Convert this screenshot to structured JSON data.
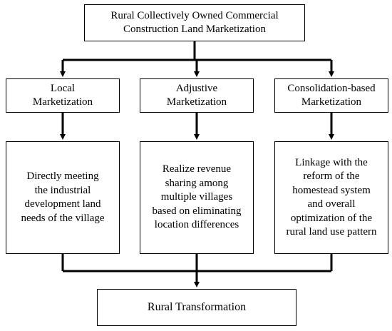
{
  "top": {
    "line1": "Rural Collectively Owned Commercial",
    "line2": "Construction Land Marketization"
  },
  "categories": [
    {
      "line1": "Local",
      "line2": "Marketization"
    },
    {
      "line1": "Adjustive",
      "line2": "Marketization"
    },
    {
      "line1": "Consolidation-based",
      "line2": "Marketization"
    }
  ],
  "details": [
    {
      "lines": [
        "Directly meeting",
        "the industrial",
        "development land",
        "needs of the village"
      ]
    },
    {
      "lines": [
        "Realize revenue",
        "sharing among",
        "multiple villages",
        "based on eliminating",
        "location differences"
      ]
    },
    {
      "lines": [
        "Linkage with the",
        "reform of the",
        "homestead system",
        "and overall",
        "optimization of the",
        "rural land use pattern"
      ]
    }
  ],
  "bottom": {
    "label": "Rural Transformation"
  }
}
